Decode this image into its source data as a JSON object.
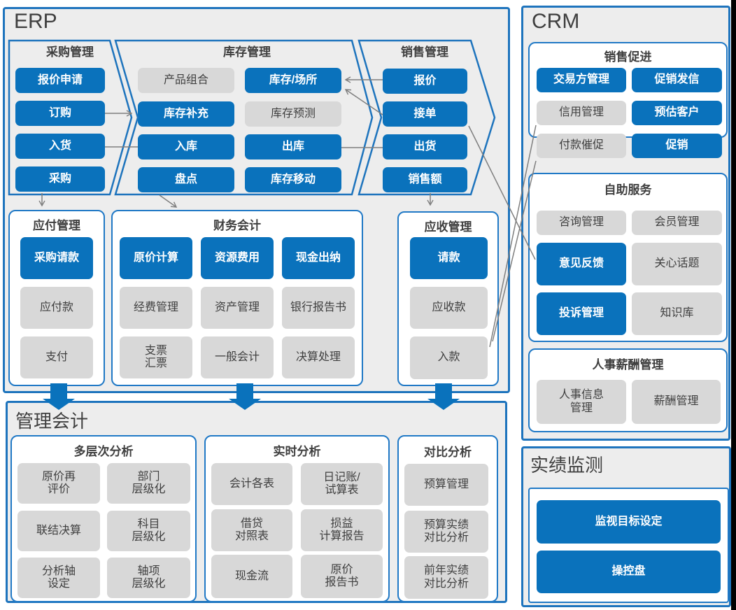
{
  "palette": {
    "accent_blue": "#0a72bc",
    "border_blue": "#1e74bd",
    "panel_bg": "#ededed",
    "gray_node": "#d8d8d8",
    "text_dark": "#3f3f3f",
    "line_gray": "#7f7f7f"
  },
  "erp": {
    "title": "ERP",
    "purchase": {
      "header": "采购管理",
      "items": [
        {
          "label": "报价申请",
          "variant": "blue"
        },
        {
          "label": "订购",
          "variant": "blue"
        },
        {
          "label": "入货",
          "variant": "blue"
        },
        {
          "label": "采购",
          "variant": "blue"
        }
      ]
    },
    "inventory": {
      "header": "库存管理",
      "col1": [
        {
          "label": "产品组合",
          "variant": "gray"
        },
        {
          "label": "库存补充",
          "variant": "blue"
        },
        {
          "label": "入库",
          "variant": "blue"
        },
        {
          "label": "盘点",
          "variant": "blue"
        }
      ],
      "col2": [
        {
          "label": "库存/场所",
          "variant": "blue"
        },
        {
          "label": "库存预测",
          "variant": "gray"
        },
        {
          "label": "出库",
          "variant": "blue"
        },
        {
          "label": "库存移动",
          "variant": "blue"
        }
      ]
    },
    "sales": {
      "header": "销售管理",
      "items": [
        {
          "label": "报价",
          "variant": "blue"
        },
        {
          "label": "接单",
          "variant": "blue"
        },
        {
          "label": "出货",
          "variant": "blue"
        },
        {
          "label": "销售额",
          "variant": "blue"
        }
      ]
    },
    "payable": {
      "header": "应付管理",
      "items": [
        {
          "label": "采购请款",
          "variant": "blue"
        },
        {
          "label": "应付款",
          "variant": "gray"
        },
        {
          "label": "支付",
          "variant": "gray"
        }
      ]
    },
    "finance": {
      "header": "财务会计",
      "items": [
        {
          "label": "原价计算",
          "variant": "blue"
        },
        {
          "label": "资源费用",
          "variant": "blue"
        },
        {
          "label": "现金出纳",
          "variant": "blue"
        },
        {
          "label": "经费管理",
          "variant": "gray"
        },
        {
          "label": "资产管理",
          "variant": "gray"
        },
        {
          "label": "银行报告书",
          "variant": "gray"
        },
        {
          "label": "支票\n汇票",
          "variant": "gray"
        },
        {
          "label": "一般会计",
          "variant": "gray"
        },
        {
          "label": "决算处理",
          "variant": "gray"
        }
      ]
    },
    "receivable": {
      "header": "应收管理",
      "items": [
        {
          "label": "请款",
          "variant": "blue"
        },
        {
          "label": "应收款",
          "variant": "gray"
        },
        {
          "label": "入款",
          "variant": "gray"
        }
      ]
    }
  },
  "crm": {
    "title": "CRM",
    "promo": {
      "header": "销售促进",
      "items": [
        {
          "label": "交易方管理",
          "variant": "blue"
        },
        {
          "label": "促销发信",
          "variant": "blue"
        },
        {
          "label": "信用管理",
          "variant": "gray"
        },
        {
          "label": "预估客户",
          "variant": "blue"
        },
        {
          "label": "付款催促",
          "variant": "gray"
        },
        {
          "label": "促销",
          "variant": "blue"
        }
      ]
    },
    "selfservice": {
      "header": "自助服务",
      "items": [
        {
          "label": "咨询管理",
          "variant": "gray"
        },
        {
          "label": "会员管理",
          "variant": "gray"
        },
        {
          "label": "意见反馈",
          "variant": "blue"
        },
        {
          "label": "关心话题",
          "variant": "gray"
        },
        {
          "label": "投诉管理",
          "variant": "blue"
        },
        {
          "label": "知识库",
          "variant": "gray"
        }
      ]
    },
    "hr": {
      "header": "人事薪酬管理",
      "items": [
        {
          "label": "人事信息\n管理",
          "variant": "gray"
        },
        {
          "label": "薪酬管理",
          "variant": "gray"
        }
      ]
    }
  },
  "mgmt": {
    "title": "管理会计",
    "multilevel": {
      "header": "多层次分析",
      "items": [
        {
          "label": "原价再\n评价",
          "variant": "gray"
        },
        {
          "label": "部门\n层级化",
          "variant": "gray"
        },
        {
          "label": "联结决算",
          "variant": "gray"
        },
        {
          "label": "科目\n层级化",
          "variant": "gray"
        },
        {
          "label": "分析轴\n设定",
          "variant": "gray"
        },
        {
          "label": "轴项\n层级化",
          "variant": "gray"
        }
      ]
    },
    "realtime": {
      "header": "实时分析",
      "items": [
        {
          "label": "会计各表",
          "variant": "gray"
        },
        {
          "label": "日记账/\n试算表",
          "variant": "gray"
        },
        {
          "label": "借贷\n对照表",
          "variant": "gray"
        },
        {
          "label": "损益\n计算报告",
          "variant": "gray"
        },
        {
          "label": "现金流",
          "variant": "gray"
        },
        {
          "label": "原价\n报告书",
          "variant": "gray"
        }
      ]
    },
    "compare": {
      "header": "对比分析",
      "items": [
        {
          "label": "预算管理",
          "variant": "gray"
        },
        {
          "label": "预算实绩\n对比分析",
          "variant": "gray"
        },
        {
          "label": "前年实绩\n对比分析",
          "variant": "gray"
        }
      ]
    }
  },
  "monitor": {
    "title": "实绩监测",
    "items": [
      {
        "label": "监视目标设定",
        "variant": "blue"
      },
      {
        "label": "操控盘",
        "variant": "blue"
      }
    ]
  }
}
